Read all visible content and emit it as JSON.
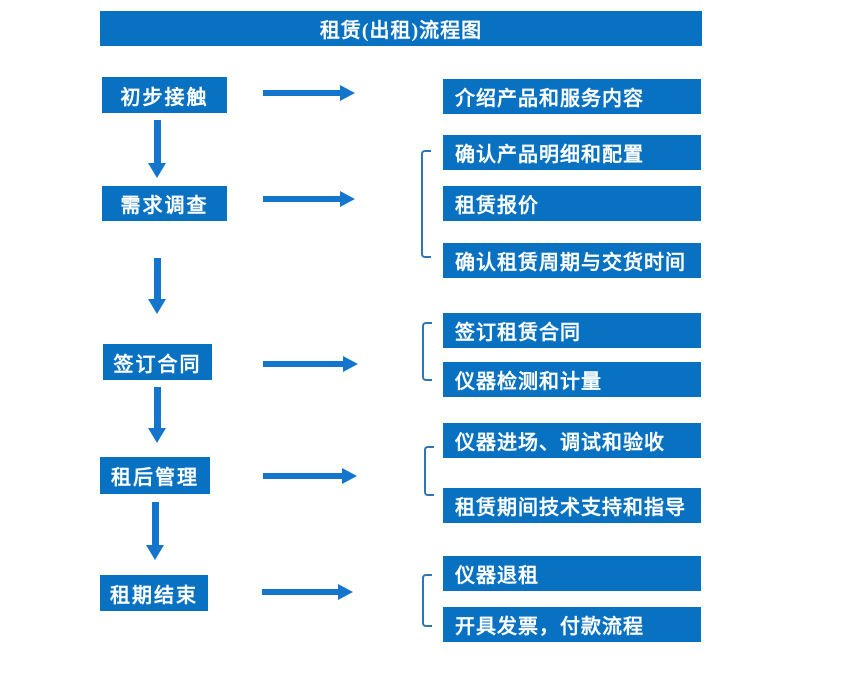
{
  "title": "租赁(出租)流程图",
  "colors": {
    "box_blue": "#0971C1",
    "arrow_blue": "#1375CB",
    "bracket_blue": "#2E75B6",
    "background": "#FFFFFF",
    "text": "#FFFFFF"
  },
  "stages": [
    {
      "label": "初步接触",
      "outputs": [
        "介绍产品和服务内容"
      ]
    },
    {
      "label": "需求调查",
      "outputs": [
        "确认产品明细和配置",
        "租赁报价",
        "确认租赁周期与交货时间"
      ]
    },
    {
      "label": "签订合同",
      "outputs": [
        "签订租赁合同",
        "仪器检测和计量"
      ]
    },
    {
      "label": "租后管理",
      "outputs": [
        "仪器进场、调试和验收",
        "租赁期间技术支持和指导"
      ]
    },
    {
      "label": "租期结束",
      "outputs": [
        "仪器退租",
        "开具发票，付款流程"
      ]
    }
  ]
}
